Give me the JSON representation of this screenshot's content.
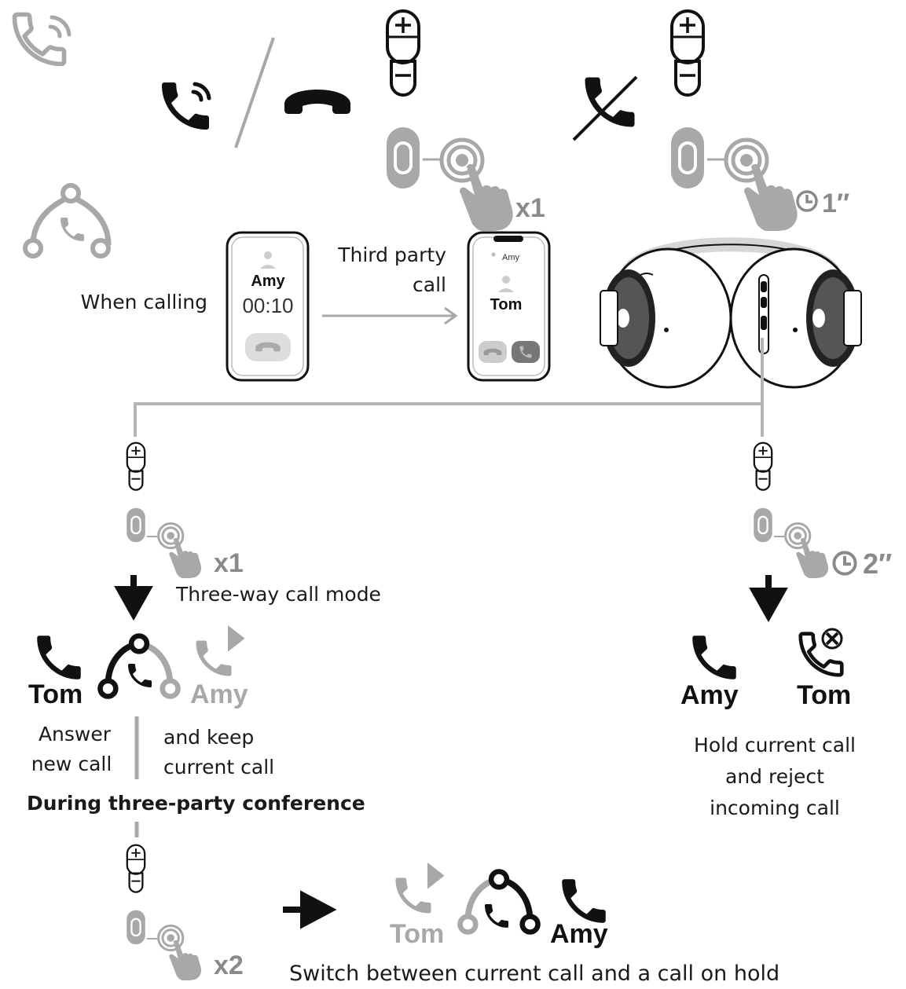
{
  "incoming_call": {
    "counts": {
      "short_press": "x1",
      "hold_1s": "1″"
    }
  },
  "third_party": {
    "when_calling": "When calling",
    "phone_left": {
      "caller": "Amy",
      "timer": "00:10"
    },
    "transition_label_line1": "Third party",
    "transition_label_line2": "call",
    "phone_right": {
      "hold_name": "Amy",
      "caller": "Tom"
    }
  },
  "left_branch": {
    "count": "x1",
    "mode_label": "Three-way call mode",
    "name_active": "Tom",
    "name_hold": "Amy",
    "desc_left_line1": "Answer",
    "desc_left_line2": "new call",
    "desc_right_line1": "and keep",
    "desc_right_line2": "current call"
  },
  "right_branch": {
    "count": "2″",
    "name_active": "Amy",
    "name_rejected": "Tom",
    "desc_line1": "Hold current call",
    "desc_line2": "and reject",
    "desc_line3": "incoming call"
  },
  "conference": {
    "heading": "During three-party conference",
    "count": "x2",
    "name_hold": "Tom",
    "name_active": "Amy",
    "caption": "Switch between current call and a call on hold"
  },
  "colors": {
    "dark": "#111111",
    "gray": "#a8a8a8",
    "mid": "#8a8a8a",
    "line": "#b5b5b5"
  }
}
